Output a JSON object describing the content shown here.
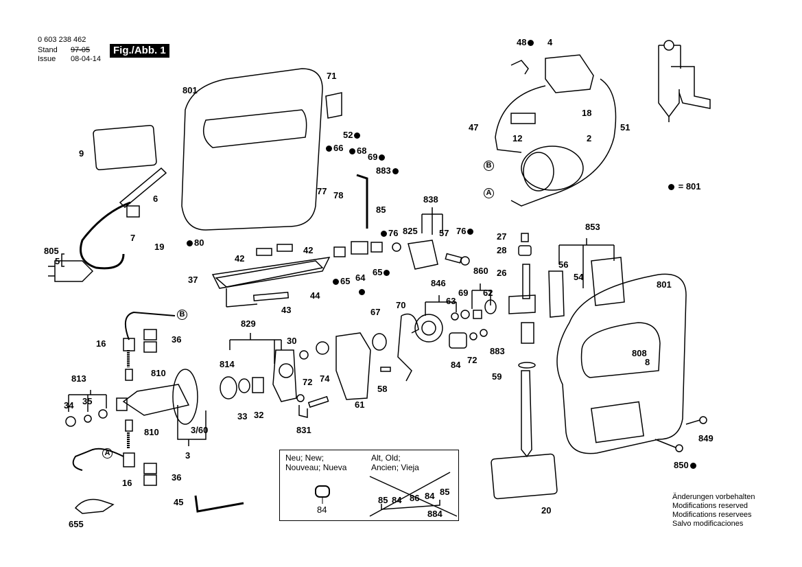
{
  "header": {
    "part_number": "0 603 238 462",
    "stand_label": "Stand",
    "stand_value": "97-05",
    "issue_label": "Issue",
    "issue_value": "08-04-14",
    "figure": "Fig./Abb. 1"
  },
  "legend": {
    "dot_meaning": "= 801"
  },
  "notes": [
    "Änderungen vorbehalten",
    "Modifications reserved",
    "Modifications reservees",
    "Salvo modificaciones"
  ],
  "new_box": {
    "title_line1": "Neu; New;",
    "title_line2": "Nouveau; Nueva",
    "part": "84"
  },
  "old_box": {
    "title_line1": "Alt, Old;",
    "title_line2": "Ancien; Vieja",
    "parts": [
      "85",
      "84",
      "86",
      "84",
      "85"
    ],
    "group": "884"
  },
  "labels": {
    "p801a": "801",
    "p71": "71",
    "p52": "52",
    "p66": "66",
    "p68": "68",
    "p69a": "69",
    "p883a": "883",
    "p9": "9",
    "p6": "6",
    "p7": "7",
    "p19": "19",
    "p805": "805",
    "p5": "5",
    "p77": "77",
    "p78": "78",
    "p85": "85",
    "p80": "80",
    "p42a": "42",
    "p42b": "42",
    "p37": "37",
    "p44": "44",
    "p43": "43",
    "p65a": "65",
    "p64": "64",
    "p65b": "65",
    "p838": "838",
    "p76a": "76",
    "p825": "825",
    "p57": "57",
    "p76b": "76",
    "p48": "48",
    "p4": "4",
    "p18": "18",
    "p47": "47",
    "p12": "12",
    "p2": "2",
    "p51": "51",
    "pB1": "B",
    "pA1": "A",
    "p27": "27",
    "p28": "28",
    "p26": "26",
    "p853": "853",
    "p56": "56",
    "p54": "54",
    "p801b": "801",
    "p846": "846",
    "p63": "63",
    "p69b": "69",
    "p860": "860",
    "p62": "62",
    "p84": "84",
    "p72b": "72",
    "p883b": "883",
    "p59": "59",
    "p67": "67",
    "p70": "70",
    "p61": "61",
    "p58": "58",
    "p829": "829",
    "p30": "30",
    "p814": "814",
    "p72a": "72",
    "p74": "74",
    "p33": "33",
    "p32": "32",
    "p831": "831",
    "p16a": "16",
    "p36a": "36",
    "p810a": "810",
    "pB2": "B",
    "p813": "813",
    "p34": "34",
    "p35": "35",
    "p360": "3/60",
    "p3": "3",
    "p810b": "810",
    "pA2": "A",
    "p16b": "16",
    "p36b": "36",
    "p45": "45",
    "p655": "655",
    "p808": "808",
    "p8": "8",
    "p849": "849",
    "p850": "850",
    "p20": "20"
  }
}
